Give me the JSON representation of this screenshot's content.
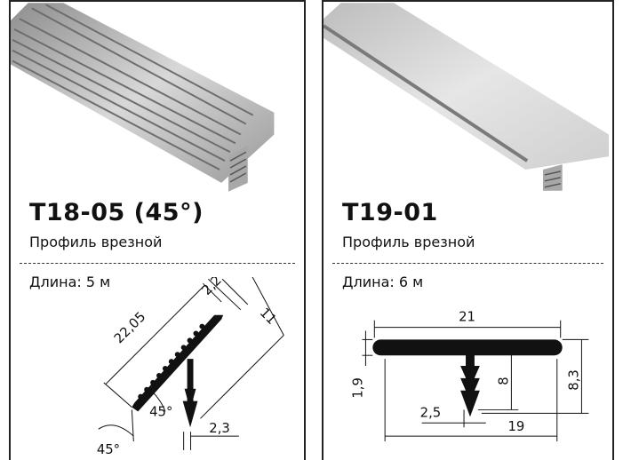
{
  "products": [
    {
      "code": "T18-05 (45°)",
      "subtitle": "Профиль врезной",
      "length": "Длина: 5 м",
      "dims": {
        "d1": "22,05",
        "d2": "2,2",
        "d3": "11",
        "d4": "45°",
        "d5": "45°",
        "d6": "2,3"
      }
    },
    {
      "code": "T19-01",
      "subtitle": "Профиль врезной",
      "length": "Длина: 6 м",
      "dims": {
        "w_top": "21",
        "h_flange": "1,9",
        "h_stem": "8",
        "h_total": "8,3",
        "stem_w": "2,5",
        "w_bottom": "19"
      }
    }
  ],
  "colors": {
    "border": "#222222",
    "profile": "#111111",
    "aluminium": "#c9c9c9"
  }
}
